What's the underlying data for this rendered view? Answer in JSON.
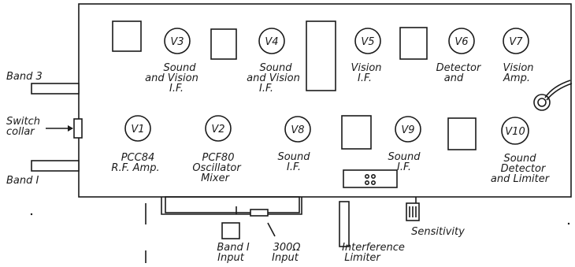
{
  "tubes": [
    {
      "id": "V3",
      "lines": [
        "Sound",
        "and Vision",
        "I.F."
      ]
    },
    {
      "id": "V4",
      "lines": [
        "Sound",
        "and Vision",
        "I.F."
      ]
    },
    {
      "id": "V5",
      "lines": [
        "Vision",
        "I.F."
      ]
    },
    {
      "id": "V6",
      "lines": [
        "Detector",
        "and"
      ]
    },
    {
      "id": "V7",
      "lines": [
        "Vision",
        "Amp."
      ]
    },
    {
      "id": "V1",
      "lines": [
        "PCC84",
        "R.F. Amp."
      ]
    },
    {
      "id": "V2",
      "lines": [
        "PCF80",
        "Oscillator",
        "Mixer"
      ]
    },
    {
      "id": "V8",
      "lines": [
        "Sound",
        "I.F."
      ]
    },
    {
      "id": "V9",
      "lines": [
        "Sound",
        "I.F."
      ]
    },
    {
      "id": "V10",
      "lines": [
        "Sound",
        "Detector",
        "and Limiter"
      ]
    }
  ],
  "side_labels": {
    "band3": "Band 3",
    "switch_collar": [
      "Switch",
      "collar"
    ],
    "band1": "Band I"
  },
  "bottom_labels": {
    "band1_input": [
      "Band I",
      "Input"
    ],
    "input_300": [
      "300Ω",
      "Input"
    ],
    "interference": [
      "Interference",
      "Limiter"
    ],
    "sensitivity": "Sensitivity"
  }
}
